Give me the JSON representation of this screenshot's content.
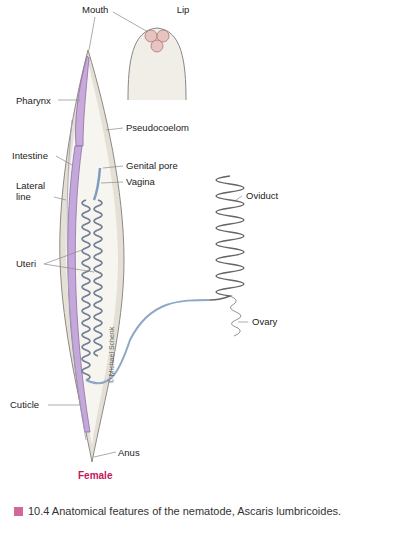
{
  "diagram": {
    "caption": "10.4 Anatomical features of the nematode, Ascaris lumbricoides.",
    "labels": [
      "Mouth",
      "Lip",
      "Pharynx",
      "Pseudocoelom",
      "Intestine",
      "Genital pore",
      "Lateral line",
      "Vagina",
      "Oviduct",
      "Uteri",
      "Ovary",
      "Cuticle",
      "© Michael Schenk",
      "Anus",
      "Female"
    ]
  }
}
